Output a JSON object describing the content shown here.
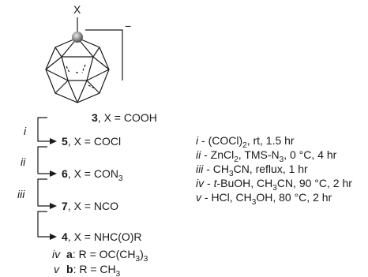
{
  "structure": {
    "substituent_label": "X",
    "charge": "−"
  },
  "compounds": [
    {
      "number": "3",
      "rest": ", X = COOH"
    },
    {
      "number": "5",
      "rest": ", X = COCl"
    },
    {
      "number": "6",
      "rest": ", X = CON",
      "sub": "3"
    },
    {
      "number": "7",
      "rest": ", X = NCO"
    },
    {
      "number": "4",
      "rest": ", X = NHC(O)R"
    }
  ],
  "steps": [
    {
      "numeral": "i"
    },
    {
      "numeral": "ii"
    },
    {
      "numeral": "iii"
    }
  ],
  "variants": [
    {
      "numeral": "iv",
      "letter": "a",
      "text": ": R = OC(CH",
      "sub": "3",
      "tail": ")",
      "tail_sub": "3"
    },
    {
      "numeral": "v",
      "letter": "b",
      "text": ": R = CH",
      "sub": "3"
    }
  ],
  "conditions": [
    {
      "numeral": "i",
      "text": " - (COCl)",
      "sub": "2",
      "tail": ", rt, 1.5 hr"
    },
    {
      "numeral": "ii",
      "text": " - ZnCl",
      "sub": "2",
      "tail": ", TMS-N",
      "sub2": "3",
      "tail2": ", 0 °C, 4 hr"
    },
    {
      "numeral": "iii",
      "text": " - CH",
      "sub": "3",
      "tail": "CN, reflux, 1 hr"
    },
    {
      "numeral": "iv",
      "text": " - ",
      "ital_part": "t",
      "tail": "-BuOH, CH",
      "sub2": "3",
      "tail2": "CN, 90 °C, 2 hr"
    },
    {
      "numeral": "v",
      "text": " - HCl, CH",
      "sub": "3",
      "tail": "OH, 80 °C, 2 hr"
    }
  ]
}
